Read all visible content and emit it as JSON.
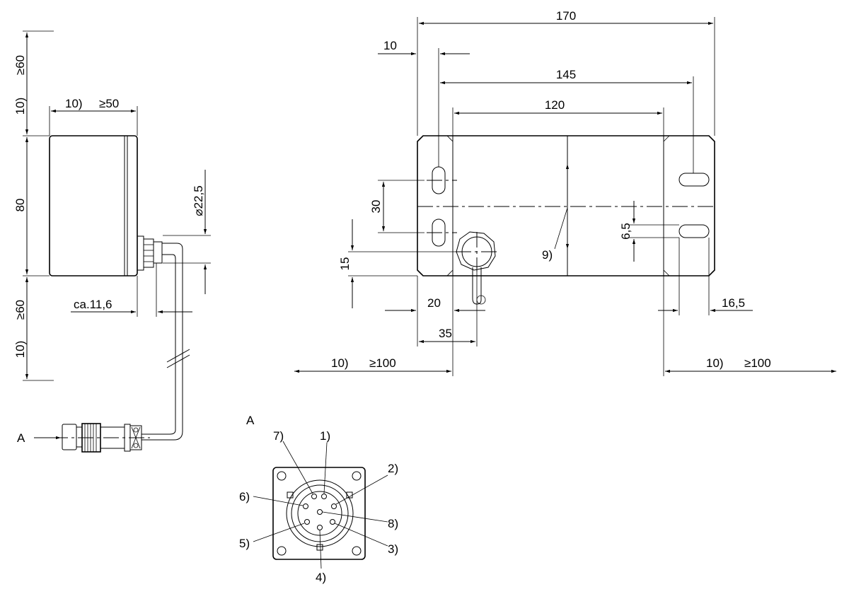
{
  "labels": {
    "side_top_gap": "≥60",
    "side_top_note": "10)",
    "side_height": "80",
    "side_bottom_gap": "≥60",
    "side_bottom_note": "10)",
    "side_depth_note": "10)",
    "side_depth": "≥50",
    "gland_dia": "⌀22,5",
    "gland_offset": "ca.11,6",
    "connector_label": "A",
    "front_total": "170",
    "front_slot_width": "10",
    "front_145": "145",
    "front_120": "120",
    "front_30": "30",
    "front_15": "15",
    "front_9": "9)",
    "front_6_5": "6,5",
    "front_20": "20",
    "front_35": "35",
    "front_16_5": "16,5",
    "front_left_note": "10)",
    "front_left_gap": "≥100",
    "front_right_note": "10)",
    "front_right_gap": "≥100",
    "view_a_title": "A",
    "pin_1": "1)",
    "pin_2": "2)",
    "pin_3": "3)",
    "pin_4": "4)",
    "pin_5": "5)",
    "pin_6": "6)",
    "pin_7": "7)",
    "pin_8": "8)"
  }
}
